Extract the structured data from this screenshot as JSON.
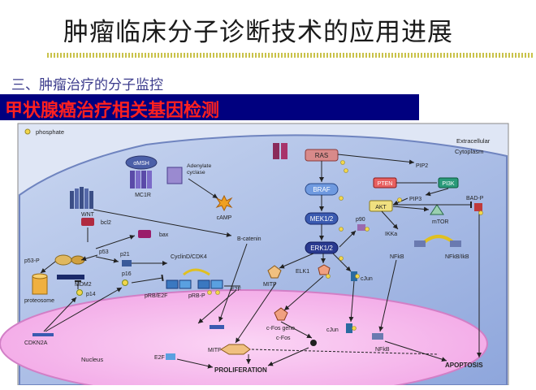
{
  "slide": {
    "title": "肿瘤临床分子诊断技术的应用进展",
    "subtitle": "三、肿瘤治疗的分子监控",
    "banner": "甲状腺癌治疗相关基因检测"
  },
  "diagram": {
    "legend_phosphate": "phosphate",
    "extracellular": "Extracellular",
    "cytoplasm": "Cytoplasm",
    "nucleus": "Nucleus",
    "nodes": {
      "amsh": "αMSH",
      "mc1r": "MC1R",
      "adenylate": [
        "Adenylate",
        "cyclase"
      ],
      "camp": "cAMP",
      "wnt": "WNT",
      "bcl2": "bcl2",
      "bax": "bax",
      "p53": "p53",
      "p53p": "p53-P",
      "p21": "p21",
      "mdm2": "MDM2",
      "p16": "p16",
      "p14": "p14",
      "proteosome": "proteosome",
      "cdkn2a": "CDKN2A",
      "bcatenin": "B-catenin",
      "cyclind": "CyclinD/CDK4",
      "prbe2f": "pRB/E2F",
      "prbp": "pRB-P",
      "e2f": "E2F",
      "e2f_n": "E2F",
      "ras": "RAS",
      "braf": "BRAF",
      "mek": "MEK1/2",
      "erk": "ERK1/2",
      "pip2": "PIP2",
      "pip3": "PIP3",
      "pten": "PTEN",
      "pi3k": "PI3K",
      "akt": "AKT",
      "mtor": "mTOR",
      "badp": "BAD-P",
      "p90": "p90",
      "ikka": "IKKa",
      "nfkb": "NFkB",
      "nfkbikb": "NFkB/IkB",
      "elk1": "ELK1",
      "mitf": "MITF",
      "cjun": "cJun",
      "cfosgene": "c-Fos gene",
      "cfos": "c-Fos",
      "cjun_n": "cJun",
      "nfkb_n": "NFkB",
      "mitf_n": "MITF",
      "proliferation": "PROLIFERATION",
      "apoptosis": "APOPTOSIS"
    }
  }
}
